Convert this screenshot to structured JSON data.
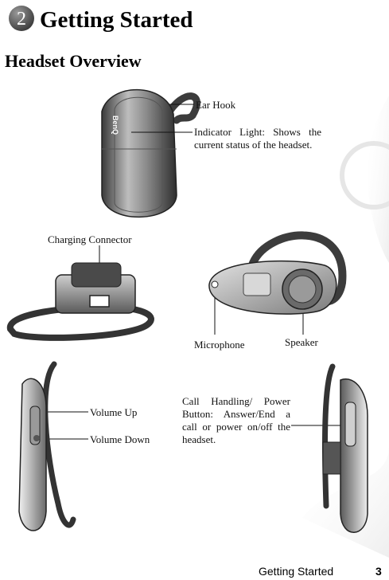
{
  "chapter": {
    "number": "2",
    "title": "Getting Started"
  },
  "section": {
    "title": "Headset Overview"
  },
  "labels": {
    "ear_hook": "Ear Hook",
    "indicator_light": "Indicator Light: Shows the current status of the headset.",
    "charging_connector": "Charging Connector",
    "microphone": "Microphone",
    "speaker": "Speaker",
    "volume_up": "Volume Up",
    "volume_down": "Volume Down",
    "call_handling": "Call Handling/ Power Button: Answer/End a call or power on/off the headset."
  },
  "brand_logo": "BenQ",
  "footer": {
    "text": "Getting Started",
    "page_number": "3"
  },
  "colors": {
    "badge": "#4a4a4a",
    "headset_body": "#8c8c8c",
    "headset_dark": "#3c3c3c"
  }
}
